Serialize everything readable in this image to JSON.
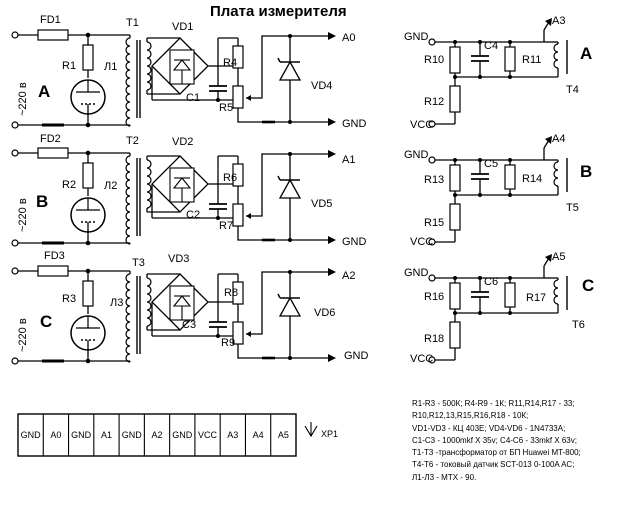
{
  "title": "Плата измерителя",
  "channels": [
    {
      "letter": "A",
      "voltage": "~220 в",
      "fuse": "FD1",
      "resistor": "R1",
      "lamp": "Л1",
      "transformer": "T1",
      "bridge": "VD1",
      "capacitor": "C1",
      "divider_top": "R4",
      "divider_bottom": "R5",
      "zener": "VD4",
      "output": "A0",
      "gnd": "GND"
    },
    {
      "letter": "B",
      "voltage": "~220 в",
      "fuse": "FD2",
      "resistor": "R2",
      "lamp": "Л2",
      "transformer": "T2",
      "bridge": "VD2",
      "capacitor": "C2",
      "divider_top": "R6",
      "divider_bottom": "R7",
      "zener": "VD5",
      "output": "A1",
      "gnd": "GND"
    },
    {
      "letter": "C",
      "voltage": "~220 в",
      "fuse": "FD3",
      "resistor": "R3",
      "lamp": "Л3",
      "transformer": "T3",
      "bridge": "VD3",
      "capacitor": "C3",
      "divider_top": "R8",
      "divider_bottom": "R9",
      "zener": "VD6",
      "output": "A2",
      "gnd": "GND"
    }
  ],
  "current_sensors": [
    {
      "letter": "A",
      "gnd": "GND",
      "vcc": "VCC",
      "r_top": "R10",
      "r_bottom": "R12",
      "capacitor": "C4",
      "burden": "R11",
      "sensor": "T4",
      "output": "A3"
    },
    {
      "letter": "B",
      "gnd": "GND",
      "vcc": "VCC",
      "r_top": "R13",
      "r_bottom": "R15",
      "capacitor": "C5",
      "burden": "R14",
      "sensor": "T5",
      "output": "A4"
    },
    {
      "letter": "C",
      "gnd": "GND",
      "vcc": "VCC",
      "r_top": "R16",
      "r_bottom": "R18",
      "capacitor": "C6",
      "burden": "R17",
      "sensor": "T6",
      "output": "A5"
    }
  ],
  "connector": {
    "name": "XP1",
    "pins": [
      "GND",
      "A0",
      "GND",
      "A1",
      "GND",
      "A2",
      "GND",
      "VCC",
      "A3",
      "A4",
      "A5"
    ]
  },
  "notes": [
    "R1-R3 - 500К; R4-R9 - 1К;  R11,R14,R17 - 33;",
    "R10,R12,13,R15,R16,R18 - 10К;",
    "VD1-VD3 - КЦ 403Е;  VD4-VD6 - 1N4733A;",
    "C1-C3 - 1000mkf X 35v; C4-C6 - 33mkf X 63v;",
    "T1-T3 -трансформатор от БП Huawei MT-800;",
    "T4-T6 - токовый датчик SCT-013 0-100A AC;",
    "Л1-Л3 - МТХ - 90."
  ]
}
